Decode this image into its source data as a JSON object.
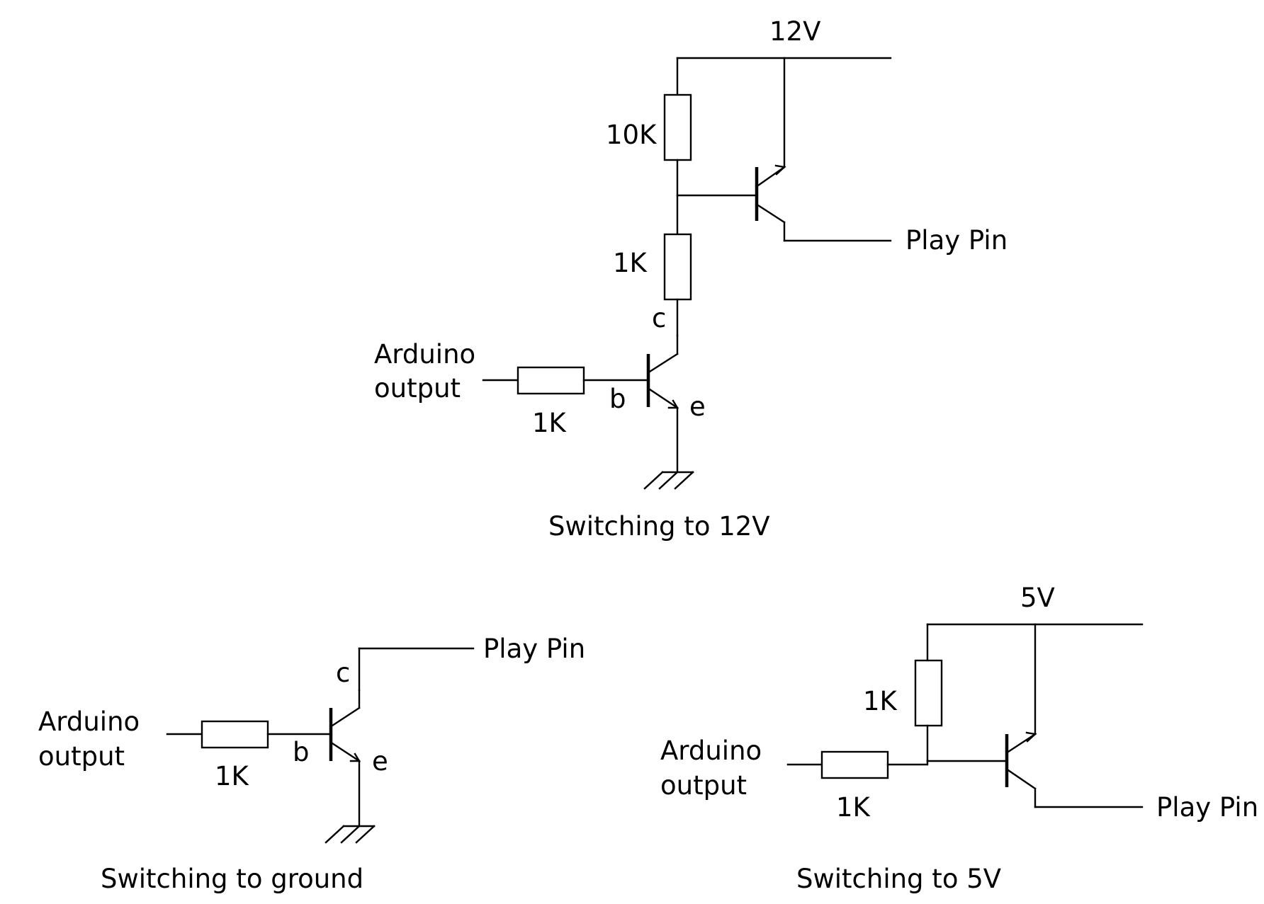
{
  "top": {
    "supply": "12V",
    "r_top": "10K",
    "r_mid": "1K",
    "label_c": "c",
    "label_b": "b",
    "label_e": "e",
    "input_line1": "Arduino",
    "input_line2": "output",
    "r_input": "1K",
    "output": "Play Pin",
    "caption": "Switching to 12V"
  },
  "bottom_left": {
    "output": "Play Pin",
    "label_c": "c",
    "label_b": "b",
    "label_e": "e",
    "input_line1": "Arduino",
    "input_line2": "output",
    "r_input": "1K",
    "caption": "Switching to ground"
  },
  "bottom_right": {
    "supply": "5V",
    "r_pullup": "1K",
    "input_line1": "Arduino",
    "input_line2": "output",
    "r_input": "1K",
    "output": "Play Pin",
    "caption": "Switching to 5V"
  }
}
